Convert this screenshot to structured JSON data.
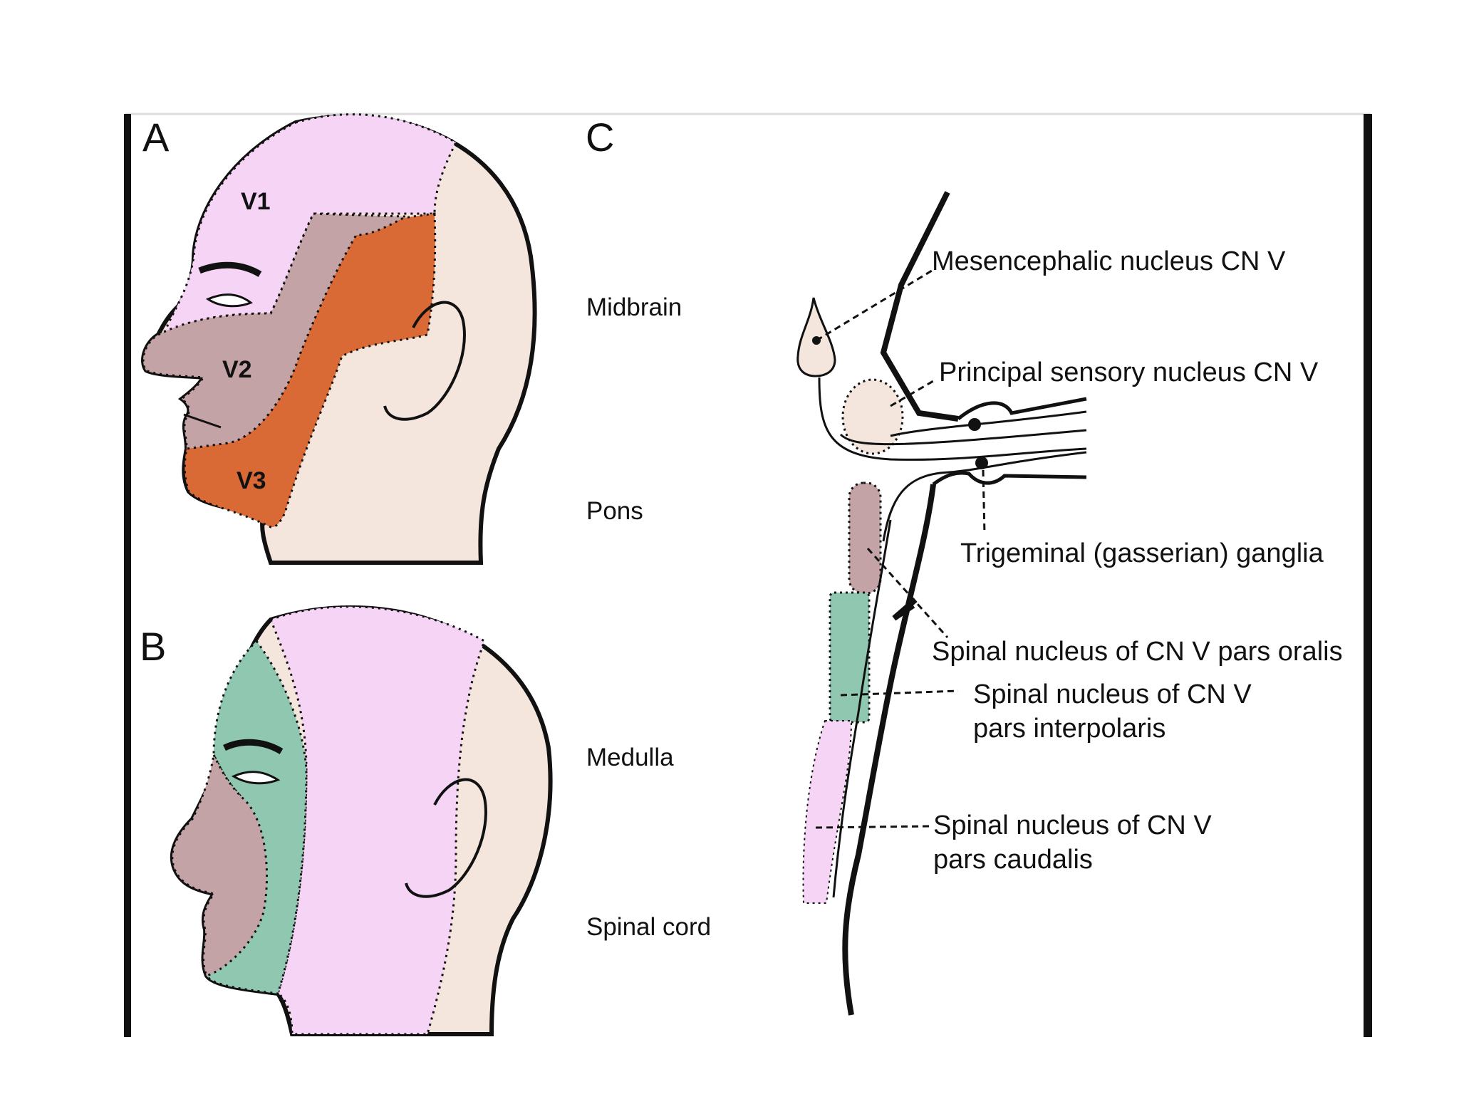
{
  "panels": {
    "a": "A",
    "b": "B",
    "c": "C"
  },
  "dermatomes": {
    "v1": "V1",
    "v2": "V2",
    "v3": "V3"
  },
  "regions": {
    "midbrain": "Midbrain",
    "pons": "Pons",
    "medulla": "Medulla",
    "spinal_cord": "Spinal cord"
  },
  "nuclei": {
    "mesencephalic": "Mesencephalic nucleus CN V",
    "principal": "Principal sensory nucleus CN V",
    "ganglia": "Trigeminal (gasserian) ganglia",
    "oralis": "Spinal nucleus of CN V pars oralis",
    "interpolaris_1": "Spinal nucleus of CN V",
    "interpolaris_2": "pars interpolaris",
    "caudalis_1": "Spinal nucleus of CN V",
    "caudalis_2": "pars caudalis"
  },
  "colors": {
    "v1_pink": "#f5d4f5",
    "v2_mauve": "#c4a3a6",
    "v3_orange": "#d96a36",
    "skin": "#f4e6dc",
    "green": "#8fc7b1",
    "outline": "#111111"
  }
}
